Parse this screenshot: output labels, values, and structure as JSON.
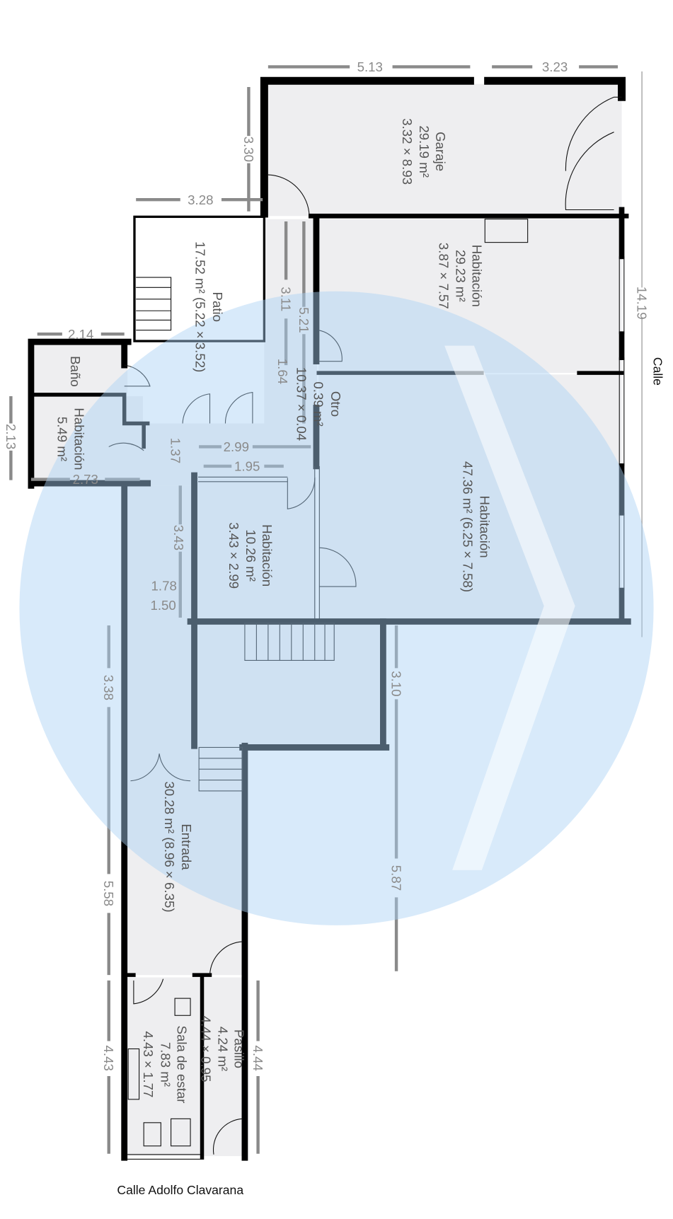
{
  "rooms": {
    "garaje": {
      "name": "Garaje",
      "area": "29.19 m²",
      "dims": "3.32 × 8.93"
    },
    "habitacion_a": {
      "name": "Habitación",
      "area": "29.23 m²",
      "dims": "3.87 × 7.57"
    },
    "patio": {
      "name": "Patio",
      "area": "17.52 m² (5.22 × 3.52)"
    },
    "bano": {
      "name": "Baño"
    },
    "habitacion_b": {
      "name": "Habitación",
      "area": "5.49 m²"
    },
    "otro": {
      "name": "Otro",
      "area": "0.39 m²",
      "dims": "10.37 × 0.04"
    },
    "habitacion_c": {
      "name": "Habitación",
      "area": "47.36 m² (6.25 × 7.58)"
    },
    "habitacion_d": {
      "name": "Habitación",
      "area": "10.26 m²",
      "dims": "3.43 × 2.99"
    },
    "entrada": {
      "name": "Entrada",
      "area": "30.28 m² (8.96 × 6.35)"
    },
    "sala": {
      "name": "Sala de estar",
      "area": "7.83 m²",
      "dims": "4.43 × 1.77"
    },
    "pasillo": {
      "name": "Pasillo",
      "area": "4.24 m²",
      "dims": "4.44 × 0.95"
    }
  },
  "dimensions": {
    "d513": "5.13",
    "d323": "3.23",
    "d328": "3.28",
    "d214": "2.14",
    "d273": "2.73",
    "d299": "2.99",
    "d195": "1.95",
    "d178": "1.78",
    "d150": "1.50",
    "d330": "3.30",
    "d311": "3.11",
    "d521": "5.21",
    "d164": "1.64",
    "d1419": "14.19",
    "d213": "2.13",
    "d137": "1.37",
    "d343": "3.43",
    "d338": "3.38",
    "d558": "5.58",
    "d310": "3.10",
    "d587": "5.87",
    "d443": "4.43",
    "d444": "4.44"
  },
  "streets": {
    "east": "Calle",
    "south": "Calle Adolfo Clavarana"
  },
  "colors": {
    "wall": "#000000",
    "room_fill": "#eeeef0",
    "watermark": "#a9d0f5",
    "dimension": "#8a8a8a"
  }
}
